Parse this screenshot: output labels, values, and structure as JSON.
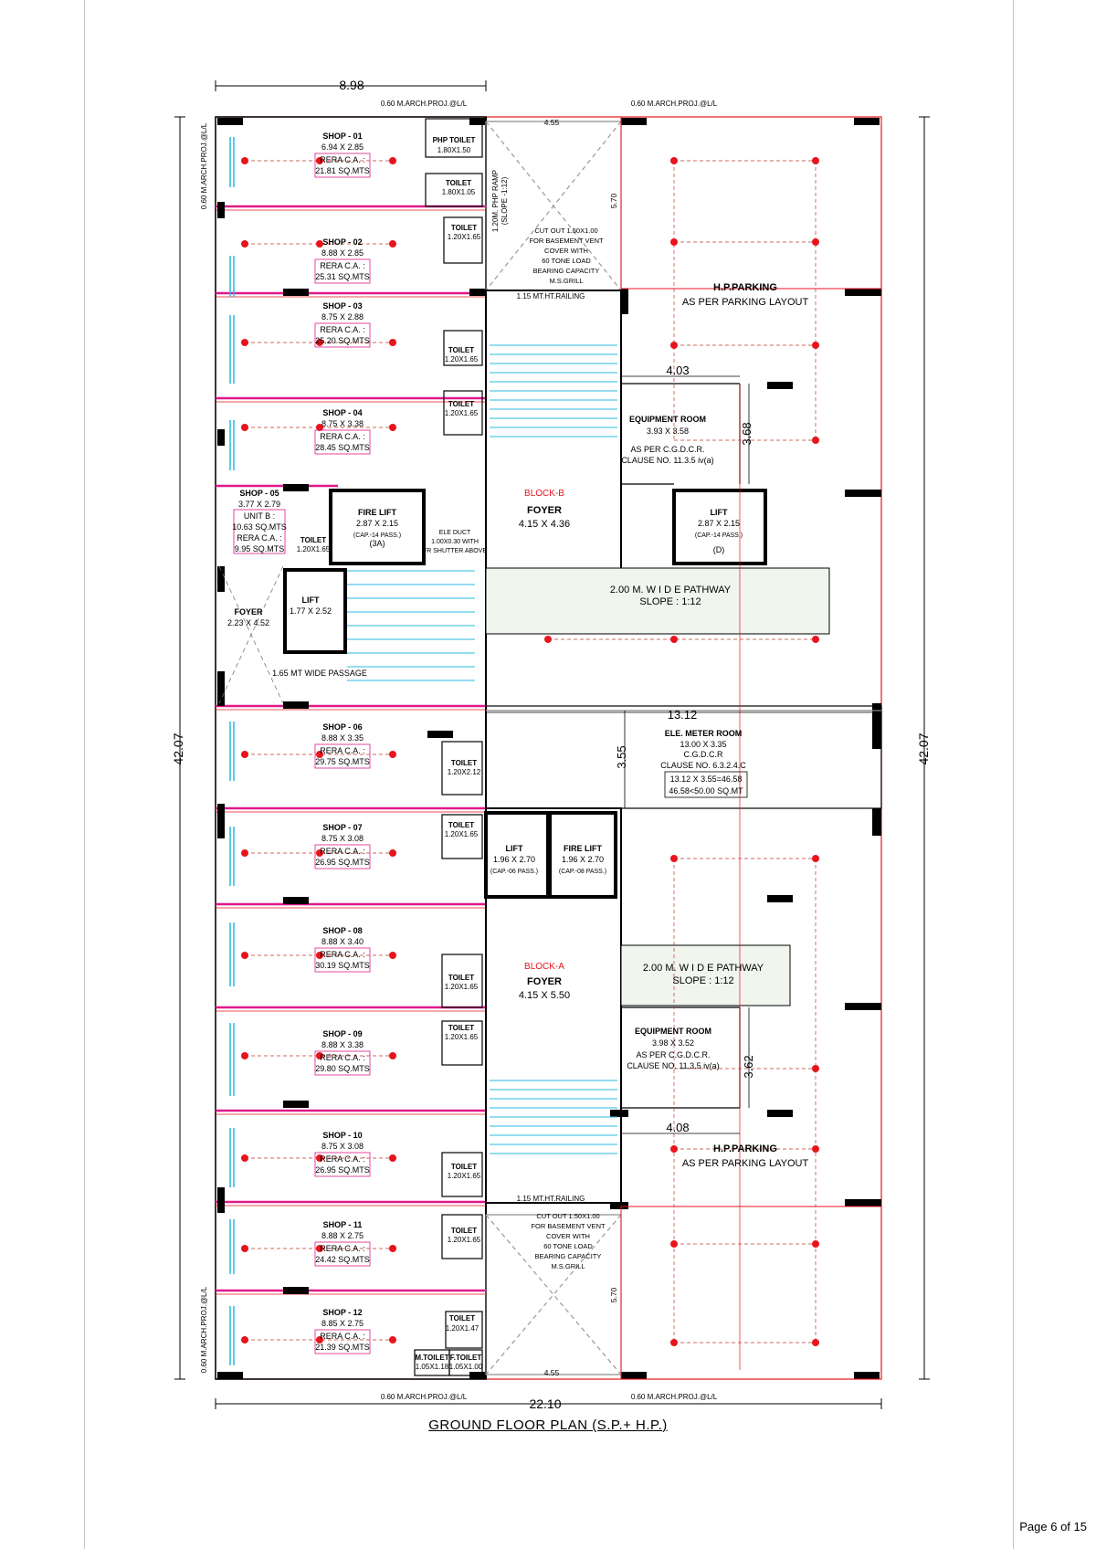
{
  "page": {
    "page_number": "Page 6 of 15"
  },
  "title": "GROUND FLOOR PLAN (S.P.+ H.P.)",
  "dimensions": {
    "top_width": "8.98",
    "bottom_width": "22.10",
    "left_height": "42.07",
    "right_height": "42.07",
    "arch_proj_top_left": "0.60 M.ARCH.PROJ.@L/L",
    "arch_proj_top_right": "0.60 M.ARCH.PROJ.@L/L",
    "arch_proj_bottom_left": "0.60 M.ARCH.PROJ.@L/L",
    "arch_proj_bottom_right": "0.60 M.ARCH.PROJ.@L/L",
    "arch_proj_side_top": "0.60 M.ARCH.PROJ.@L/L",
    "arch_proj_side_bottom": "0.60 M.ARCH.PROJ.@L/L",
    "top_mid": "4.55",
    "bottom_mid": "4.55",
    "eq_room_b_width": "4.03",
    "eq_room_b_height": "3.68",
    "meter_width": "13.12",
    "meter_height": "3.55",
    "eq_room_a_height": "3.62",
    "eq_room_a_width": "4.08",
    "ramp_570_top": "5.70",
    "ramp_570_bottom": "5.70"
  },
  "shops": [
    {
      "name": "SHOP - 01",
      "size": "6.94 X 2.85",
      "rera": "RERA C.A. :",
      "area": "21.81 SQ.MTS"
    },
    {
      "name": "SHOP - 02",
      "size": "8.88 X 2.85",
      "rera": "RERA C.A. :",
      "area": "25.31 SQ.MTS"
    },
    {
      "name": "SHOP - 03",
      "size": "8.75 X 2.88",
      "rera": "RERA C.A. :",
      "area": "25.20 SQ.MTS"
    },
    {
      "name": "SHOP - 04",
      "size": "8.75 X 3.38",
      "rera": "RERA C.A. :",
      "area": "28.45 SQ.MTS"
    },
    {
      "name": "SHOP - 06",
      "size": "8.88 X 3.35",
      "rera": "RERA C.A. :",
      "area": "29.75 SQ.MTS"
    },
    {
      "name": "SHOP - 07",
      "size": "8.75 X 3.08",
      "rera": "RERA C.A. :",
      "area": "26.95 SQ.MTS"
    },
    {
      "name": "SHOP - 08",
      "size": "8.88 X 3.40",
      "rera": "RERA C.A. :",
      "area": "30.19 SQ.MTS"
    },
    {
      "name": "SHOP - 09",
      "size": "8.88 X 3.38",
      "rera": "RERA C.A. :",
      "area": "29.80 SQ.MTS"
    },
    {
      "name": "SHOP - 10",
      "size": "8.75 X 3.08",
      "rera": "RERA C.A. :",
      "area": "26.95 SQ.MTS"
    },
    {
      "name": "SHOP - 11",
      "size": "8.88 X 2.75",
      "rera": "RERA C.A. :",
      "area": "24.42 SQ.MTS"
    },
    {
      "name": "SHOP - 12",
      "size": "8.85 X 2.75",
      "rera": "RERA C.A. :",
      "area": "21.39 SQ.MTS"
    }
  ],
  "shop05": {
    "name": "SHOP - 05",
    "size": "3.77 X 2.79",
    "unit": "UNIT B :",
    "unit_area": "10.63 SQ.MTS",
    "rera": "RERA C.A. :",
    "area": "9.95 SQ.MTS"
  },
  "toilets": {
    "php": {
      "name": "PHP TOILET",
      "size": "1.80X1.50"
    },
    "t1": {
      "name": "TOILET",
      "size": "1.80X1.05"
    },
    "t2": {
      "name": "TOILET",
      "size": "1.20X1.65"
    },
    "t3": {
      "name": "TOILET",
      "size": "1.20X1.65"
    },
    "t4": {
      "name": "TOILET",
      "size": "1.20X1.65"
    },
    "t5": {
      "name": "TOILET",
      "size": "1.20X1.65"
    },
    "t6": {
      "name": "TOILET",
      "size": "1.20X2.12"
    },
    "t7": {
      "name": "TOILET",
      "size": "1.20X1.65"
    },
    "t8": {
      "name": "TOILET",
      "size": "1.20X1.65"
    },
    "t9": {
      "name": "TOILET",
      "size": "1.20X1.65"
    },
    "t10": {
      "name": "TOILET",
      "size": "1.20X1.65"
    },
    "t11": {
      "name": "TOILET",
      "size": "1.20X1.65"
    },
    "t12": {
      "name": "TOILET",
      "size": "1.20X1.47"
    },
    "m": {
      "name": "M.TOILET",
      "size": "1.05X1.18"
    },
    "f": {
      "name": "F.TOILET",
      "size": "1.05X1.00"
    }
  },
  "parking_b": {
    "title": "H.P.PARKING",
    "sub": "AS PER PARKING LAYOUT"
  },
  "parking_a": {
    "title": "H.P.PARKING",
    "sub": "AS PER PARKING LAYOUT"
  },
  "equip_b": {
    "title": "EQUIPMENT ROOM",
    "size": "3.93 X 3.58",
    "l1": "AS PER C.G.D.C.R.",
    "l2": "CLAUSE NO. 11.3.5 iv(a)"
  },
  "equip_a": {
    "title": "EQUIPMENT ROOM",
    "size": "3.98 X 3.52",
    "l1": "AS PER C.G.D.C.R.",
    "l2": "CLAUSE NO. 11.3.5 iv(a)"
  },
  "meter": {
    "title": "ELE. METER ROOM",
    "size": "13.00 X 3.35",
    "l1": "C.G.D.C.R",
    "l2": "CLAUSE NO. 6.3.2.4.C",
    "l3": "13.12 X 3.55=46.58",
    "l4": "46.58<50.00 SQ.MT"
  },
  "block_b": {
    "label": "BLOCK-B",
    "foyer": "FOYER",
    "size": "4.15 X 4.36"
  },
  "block_a": {
    "label": "BLOCK-A",
    "foyer": "FOYER",
    "size": "4.15 X 5.50"
  },
  "lift_b": {
    "name": "LIFT",
    "size": "2.87 X 2.15",
    "cap": "(CAP.-14 PASS.)",
    "tag": "(D)"
  },
  "fire_lift_b": {
    "name": "FIRE LIFT",
    "size": "2.87 X 2.15",
    "cap": "(CAP.-14 PASS.)",
    "tag": "(3A)"
  },
  "lift_a": {
    "name": "LIFT",
    "size": "1.96 X 2.70",
    "cap": "(CAP.-06 PASS.)"
  },
  "fire_lift_a": {
    "name": "FIRE LIFT",
    "size": "1.96 X 2.70",
    "cap": "(CAP.-08 PASS.)"
  },
  "lift_small": {
    "name": "LIFT",
    "size": "1.77 X 2.52"
  },
  "foyer_left": {
    "name": "FOYER",
    "size": "2.23 X 4.52"
  },
  "passage": "1.65 MT WIDE PASSAGE",
  "pathway_b": {
    "l1": "2.00 M. W I D E  PATHWAY",
    "l2": "SLOPE : 1:12"
  },
  "pathway_a": {
    "l1": "2.00 M. W I D E  PATHWAY",
    "l2": "SLOPE : 1:12"
  },
  "cutout_top": {
    "l0": "CUT OUT 1.50X1.00",
    "l1": "FOR BASEMENT VENT",
    "l2": "COVER WITH",
    "l3": "60 TONE LOAD",
    "l4": "BEARING CAPACITY",
    "l5": "M.S.GRILL"
  },
  "cutout_bottom": {
    "l0": "CUT OUT 1.50X1.00",
    "l1": "FOR BASEMENT VENT",
    "l2": "COVER WITH",
    "l3": "60 TONE LOAD",
    "l4": "BEARING CAPACITY",
    "l5": "M.S.GRILL"
  },
  "ramp": {
    "l1": "1.20M. PHP RAMP",
    "l2": "(SLOPE -1:12)"
  },
  "railing": "1.15 MT.HT.RAILING",
  "duct": {
    "l1": "ELE DUCT",
    "l2": "1.00X0.30 WITH",
    "l3": "FR SHUTTER ABOVE"
  },
  "colors": {
    "wall": "#000000",
    "red": "#e8141c",
    "magenta": "#e0198a",
    "cyan": "#2ab8e0",
    "grid": "#c0392b"
  }
}
